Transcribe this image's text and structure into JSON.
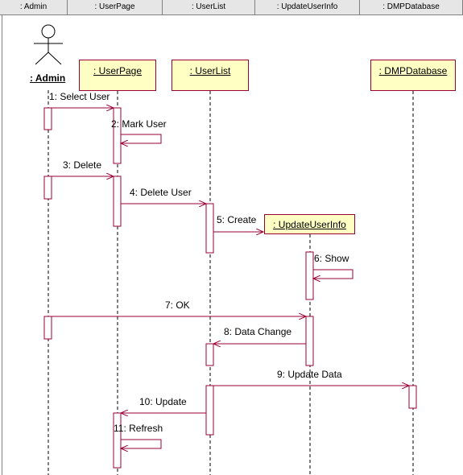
{
  "header": {
    "columns": [
      ": Admin",
      ": UserPage",
      ": UserList",
      ": UpdateUserInfo",
      ": DMPDatabase"
    ]
  },
  "actor": {
    "label": ": Admin"
  },
  "objects": {
    "userpage": ": UserPage",
    "userlist": ": UserList",
    "updateuserinfo": ": UpdateUserInfo",
    "dmpdatabase": ": DMPDatabase"
  },
  "messages": [
    "1: Select User",
    "2: Mark User",
    "3: Delete",
    "4: Delete User",
    "5: Create",
    "6: Show",
    "7: OK",
    "8: Data Change",
    "9: Update Data",
    "10: Update",
    "11: Refresh"
  ],
  "colors": {
    "line": "#990033",
    "object_fill": "#ffffc4",
    "header_fill": "#e6e6e6"
  }
}
